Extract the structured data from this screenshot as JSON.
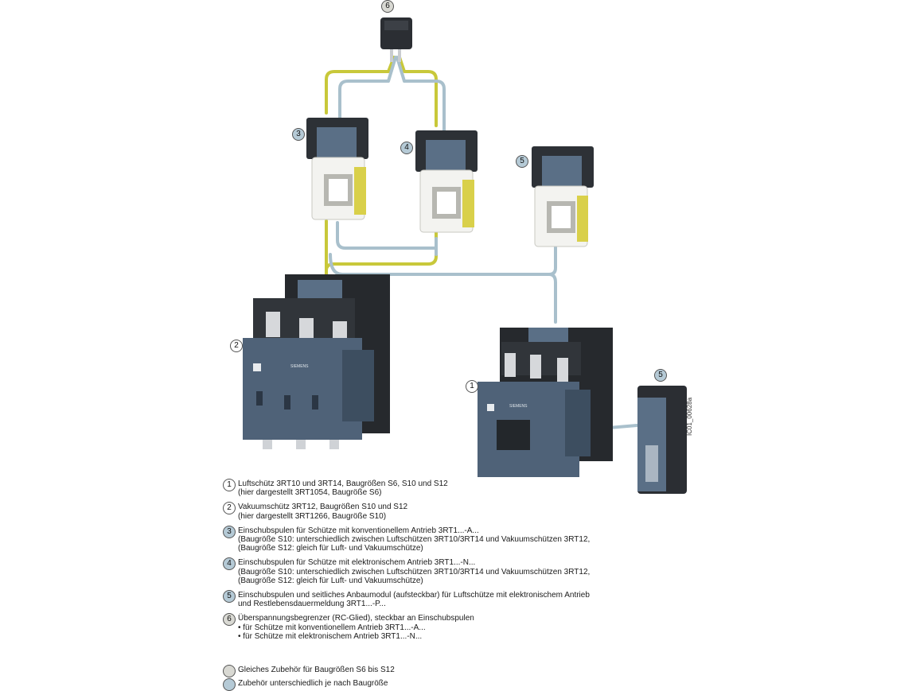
{
  "colors": {
    "same_accessory": "#d9d9d3",
    "different_accessory": "#b5cad6",
    "wire_yellow": "#c8c83a",
    "wire_blue": "#a9c0cc",
    "housing": "#4f6278"
  },
  "markers": {
    "m6_top": "6",
    "m3": "3",
    "m4": "4",
    "m5_coil": "5",
    "m2": "2",
    "m1": "1",
    "m5_module": "5"
  },
  "image_code": "IC01_00628a",
  "product_labels": {
    "brand": "SIEMENS"
  },
  "legend": {
    "items": [
      {
        "num": "1",
        "lines": [
          "Luftschütz 3RT10 und 3RT14, Baugrößen S6, S10 und S12",
          "(hier dargestellt 3RT1054, Baugröße S6)"
        ]
      },
      {
        "num": "2",
        "lines": [
          "Vakuumschütz 3RT12, Baugrößen S10 und S12",
          "(hier dargestellt 3RT1266, Baugröße S10)"
        ]
      },
      {
        "num": "3",
        "lines": [
          "Einschubspulen für Schütze mit konventionellem Antrieb 3RT1...-A...",
          "(Baugröße S10: unterschiedlich zwischen Luftschützen 3RT10/3RT14 und Vakuumschützen 3RT12,",
          "(Baugröße S12: gleich für Luft- und Vakuumschütze)"
        ]
      },
      {
        "num": "4",
        "lines": [
          "Einschubspulen für Schütze mit elektronischem Antrieb 3RT1...-N...",
          "(Baugröße S10: unterschiedlich zwischen Luftschützen 3RT10/3RT14 und Vakuumschützen 3RT12,",
          "(Baugröße S12: gleich für Luft- und Vakuumschütze)"
        ]
      },
      {
        "num": "5",
        "lines": [
          "Einschubspulen und seitliches Anbaumodul (aufsteckbar) für Luftschütze mit elektronischem Antrieb",
          "und Restlebensdauermeldung 3RT1...-P..."
        ]
      },
      {
        "num": "6",
        "lines": [
          "Überspannungsbegrenzer (RC-Glied), steckbar an Einschubspulen",
          "• für Schütze mit konventionellem Antrieb 3RT1...-A...",
          "• für Schütze mit elektronischem Antrieb 3RT1...-N..."
        ]
      }
    ],
    "keys": [
      {
        "text": "Gleiches Zubehör für Baugrößen S6 bis S12"
      },
      {
        "text": "Zubehör unterschiedlich je nach Baugröße"
      }
    ]
  }
}
